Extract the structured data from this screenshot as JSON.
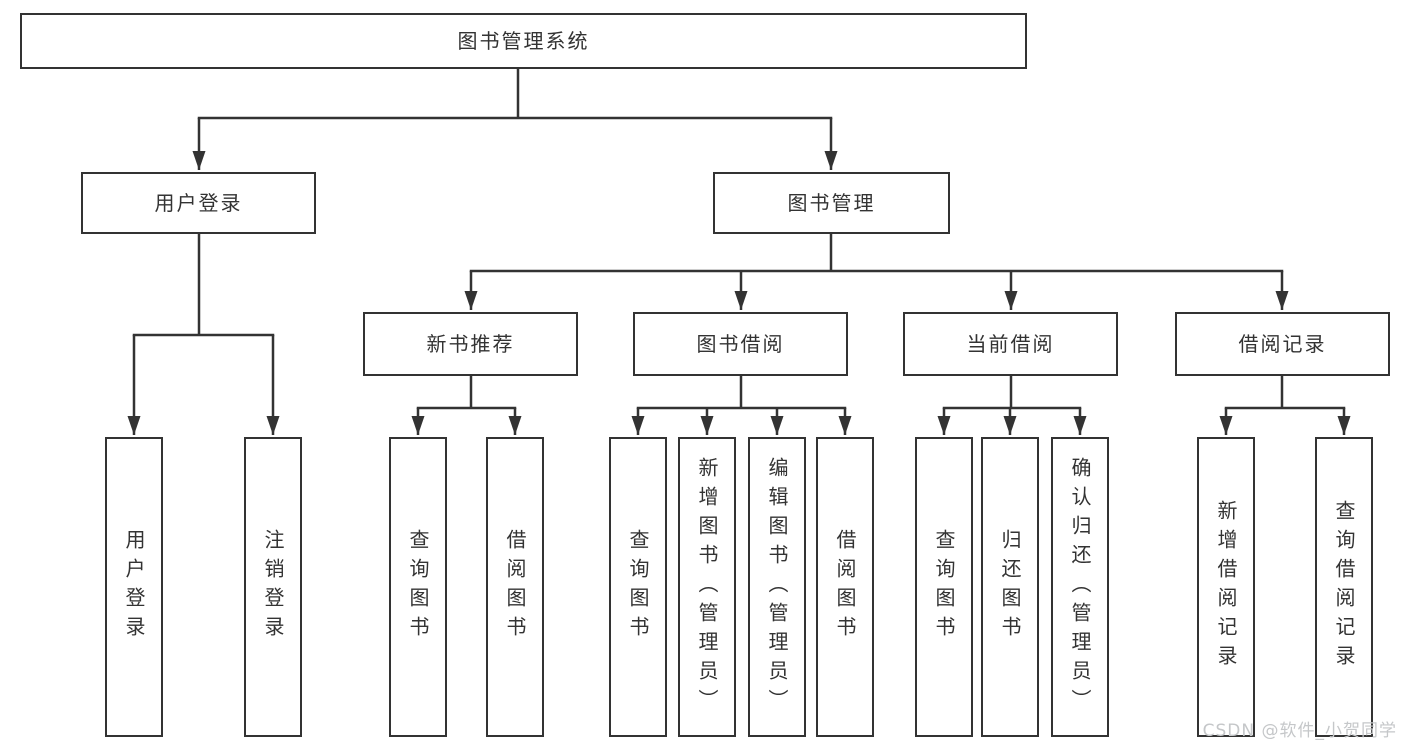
{
  "diagram": {
    "root": {
      "label": "图书管理系统"
    },
    "branches": {
      "user_login": {
        "label": "用户登录",
        "children": [
          "用户登录",
          "注销登录"
        ]
      },
      "book_mgmt": {
        "label": "图书管理",
        "sections": {
          "new_books": {
            "label": "新书推荐",
            "children": [
              "查询图书",
              "借阅图书"
            ]
          },
          "book_borrow": {
            "label": "图书借阅",
            "children": [
              "查询图书",
              "新增图书（管理员）",
              "编辑图书（管理员）",
              "借阅图书"
            ]
          },
          "current_borrow": {
            "label": "当前借阅",
            "children": [
              "查询图书",
              "归还图书",
              "确认归还（管理员）"
            ]
          },
          "borrow_records": {
            "label": "借阅记录",
            "children": [
              "新增借阅记录",
              "查询借阅记录"
            ]
          }
        }
      }
    }
  },
  "watermark": "CSDN @软件_小贺同学",
  "colors": {
    "line": "#333333",
    "box_border": "#333333",
    "text": "#333333",
    "watermark": "#c5c7c9",
    "background": "#ffffff"
  }
}
